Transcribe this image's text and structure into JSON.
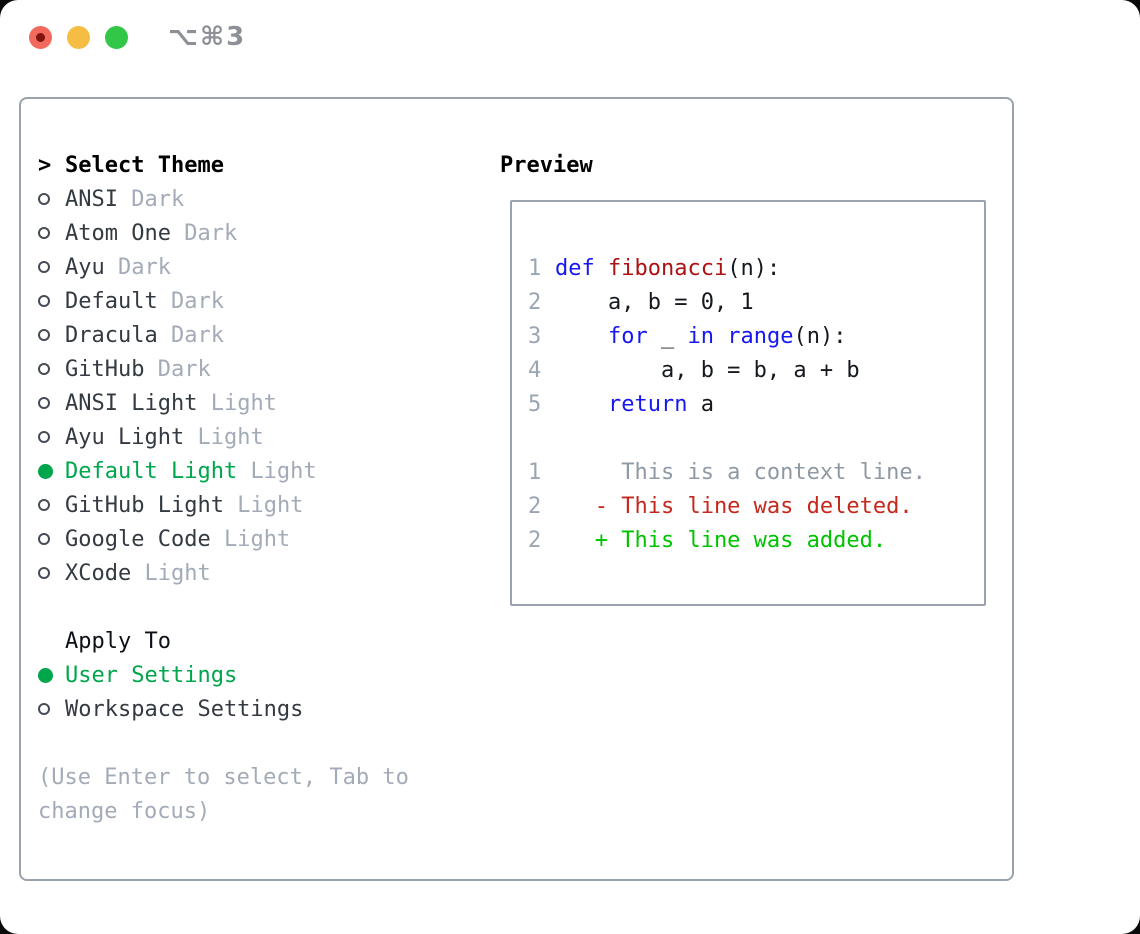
{
  "titlebar": {
    "shortcut_label": "⌥⌘3"
  },
  "theme_picker": {
    "prompt_char": ">",
    "heading": "Select Theme",
    "items": [
      {
        "name": "ANSI",
        "variant": "Dark",
        "selected": false
      },
      {
        "name": "Atom One",
        "variant": "Dark",
        "selected": false
      },
      {
        "name": "Ayu",
        "variant": "Dark",
        "selected": false
      },
      {
        "name": "Default",
        "variant": "Dark",
        "selected": false
      },
      {
        "name": "Dracula",
        "variant": "Dark",
        "selected": false
      },
      {
        "name": "GitHub",
        "variant": "Dark",
        "selected": false
      },
      {
        "name": "ANSI Light",
        "variant": "Light",
        "selected": false
      },
      {
        "name": "Ayu Light",
        "variant": "Light",
        "selected": false
      },
      {
        "name": "Default Light",
        "variant": "Light",
        "selected": true
      },
      {
        "name": "GitHub Light",
        "variant": "Light",
        "selected": false
      },
      {
        "name": "Google Code",
        "variant": "Light",
        "selected": false
      },
      {
        "name": "XCode",
        "variant": "Light",
        "selected": false
      }
    ]
  },
  "apply_to": {
    "heading": "Apply To",
    "options": [
      {
        "label": "User Settings",
        "selected": true
      },
      {
        "label": "Workspace Settings",
        "selected": false
      }
    ]
  },
  "hint": {
    "line1": "(Use Enter to select, Tab to",
    "line2": "change focus)"
  },
  "preview": {
    "heading": "Preview",
    "code": [
      {
        "ln": "1",
        "tokens": [
          {
            "text": "def",
            "type": "kw"
          },
          {
            "text": " ",
            "type": "pl"
          },
          {
            "text": "fibonacci",
            "type": "fn"
          },
          {
            "text": "(n):",
            "type": "pl"
          }
        ]
      },
      {
        "ln": "2",
        "tokens": [
          {
            "text": "    a, b = 0, 1",
            "type": "pl"
          }
        ]
      },
      {
        "ln": "3",
        "tokens": [
          {
            "text": "    ",
            "type": "pl"
          },
          {
            "text": "for",
            "type": "kw"
          },
          {
            "text": " _ ",
            "type": "pl"
          },
          {
            "text": "in",
            "type": "kw"
          },
          {
            "text": " ",
            "type": "pl"
          },
          {
            "text": "range",
            "type": "kw"
          },
          {
            "text": "(n):",
            "type": "pl"
          }
        ]
      },
      {
        "ln": "4",
        "tokens": [
          {
            "text": "        a, b = b, a + b",
            "type": "pl"
          }
        ]
      },
      {
        "ln": "5",
        "tokens": [
          {
            "text": "    ",
            "type": "pl"
          },
          {
            "text": "return",
            "type": "kw"
          },
          {
            "text": " a",
            "type": "pl"
          }
        ]
      }
    ],
    "diff": [
      {
        "ln": "1",
        "text": "     This is a context line.",
        "type": "ctx"
      },
      {
        "ln": "2",
        "text": "   - This line was deleted.",
        "type": "del"
      },
      {
        "ln": "2",
        "text": "   + This line was added.",
        "type": "add"
      }
    ]
  },
  "colors": {
    "accent_green": "#00a64c",
    "added_green": "#00c300",
    "deleted_red": "#c5281c",
    "keyword_blue": "#1717ef",
    "function_red": "#ad1111",
    "muted_gray": "#a3abb8",
    "line_number_gray": "#9aa5b3",
    "border_gray": "#9aa3ad",
    "traffic_red": "#f16a5d",
    "traffic_yellow": "#f5bd44",
    "traffic_green": "#33c748"
  }
}
